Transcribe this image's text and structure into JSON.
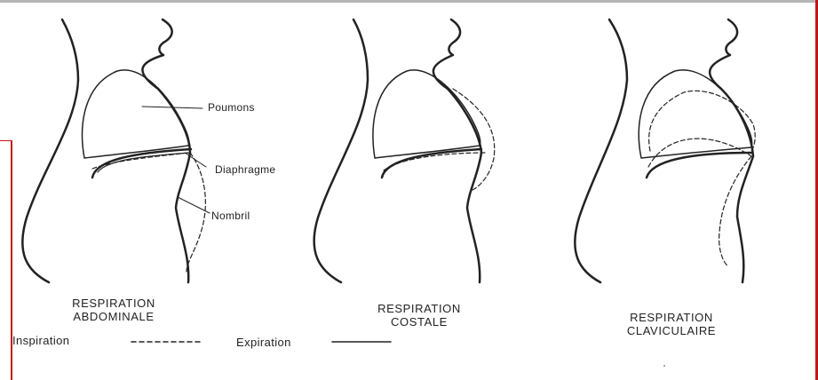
{
  "labels": {
    "lungs": "Poumons",
    "diaphragm": "Diaphragme",
    "navel": "Nombril"
  },
  "captions": {
    "abdominal": [
      "RESPIRATION",
      "ABDOMINALE"
    ],
    "costal": [
      "RESPIRATION",
      "COSTALE"
    ],
    "clavicular": [
      "RESPIRATION",
      "CLAVICULAIRE"
    ]
  },
  "legend": {
    "inspiration": "Inspiration",
    "expiration": "Expiration"
  },
  "colors": {
    "frame_red": "#c01818",
    "frame_gray": "#b5b5b5",
    "ink": "#222222"
  }
}
